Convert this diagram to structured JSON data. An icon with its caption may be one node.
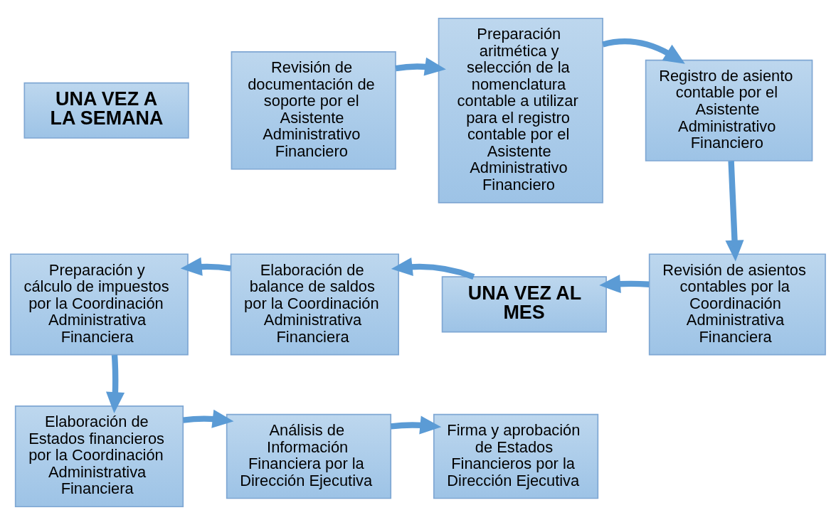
{
  "diagram": {
    "nodes": [
      {
        "text": [
          "UNA VEZ A LA SEMANA"
        ]
      },
      {
        "text": [
          "Revisión de documentación de soporte por el Asistente Administrativo Financiero"
        ]
      },
      {
        "text": [
          "Preparación aritmética y selección de la nomenclatura contable a utilizar para el registro contable por el Asistente Administrativo Financiero"
        ]
      },
      {
        "text": [
          "Registro de asiento contable por el Asistente Administrativo Financiero"
        ]
      },
      {
        "text": [
          "Preparación y cálculo de impuestos por la Coordinación Administrativa Financiera"
        ]
      },
      {
        "text": [
          "Elaboración de balance de saldos por la Coordinación Administrativa Financiera"
        ]
      },
      {
        "text": [
          "UNA VEZ AL MES"
        ]
      },
      {
        "text": [
          "Revisión de asientos contables por la Coordinación Administrativa Financiera"
        ]
      },
      {
        "text": [
          "Elaboración de Estados financieros por la Coordinación Administrativa Financiera"
        ]
      },
      {
        "text": [
          "Análisis de Información Financiera por la Dirección Ejecutiva"
        ]
      },
      {
        "text": [
          "Firma y aprobación de Estados Financieros por la Dirección Ejecutiva"
        ]
      }
    ],
    "edges": [
      {
        "from": 1,
        "to": 2,
        "arrow": "to"
      },
      {
        "from": 2,
        "to": 3,
        "arrow": "to"
      },
      {
        "from": 3,
        "to": 7,
        "arrow": "to"
      },
      {
        "from": 7,
        "to": 6,
        "arrow": "to"
      },
      {
        "from": 6,
        "to": 5,
        "arrow": "to"
      },
      {
        "from": 5,
        "to": 4,
        "arrow": "to"
      },
      {
        "from": 4,
        "to": 8,
        "arrow": "to"
      },
      {
        "from": 8,
        "to": 9,
        "arrow": "to"
      },
      {
        "from": 9,
        "to": 10,
        "arrow": "to"
      }
    ]
  }
}
